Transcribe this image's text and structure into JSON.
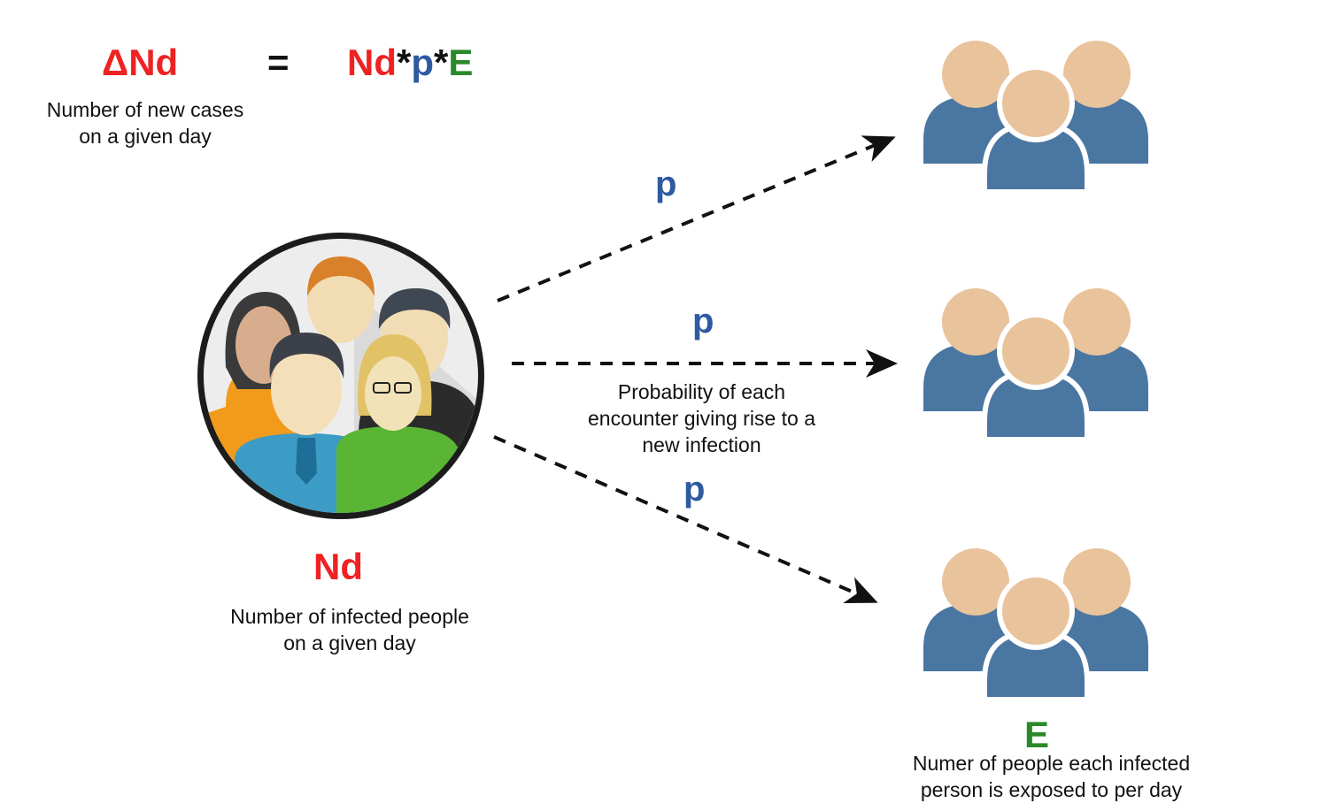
{
  "equation": {
    "lhs": "ΔNd",
    "equals": "=",
    "rhs_nd": "Nd",
    "rhs_star1": "*",
    "rhs_p": "p",
    "rhs_star2": "*",
    "rhs_e": "E",
    "lhs_desc_line1": "Number of new cases",
    "lhs_desc_line2": "on a given day"
  },
  "infected": {
    "label": "Nd",
    "desc_line1": "Number of infected people",
    "desc_line2": "on a given day"
  },
  "arrows": [
    {
      "label": "p"
    },
    {
      "label": "p"
    },
    {
      "label": "p"
    }
  ],
  "probability_desc": {
    "line1": "Probability of each",
    "line2": "encounter giving rise to a",
    "line3": "new infection"
  },
  "exposed": {
    "label": "E",
    "desc_line1": "Numer of people each infected",
    "desc_line2": "person is exposed to per day"
  },
  "colors": {
    "red": "#ee2222",
    "blue": "#2d5aa0",
    "green": "#2a8a2a",
    "group_body": "#4a76a2",
    "group_head": "#e8c39b"
  },
  "icons": [
    "people-group-icon",
    "infected-people-circle-icon",
    "arrow-head-icon"
  ]
}
